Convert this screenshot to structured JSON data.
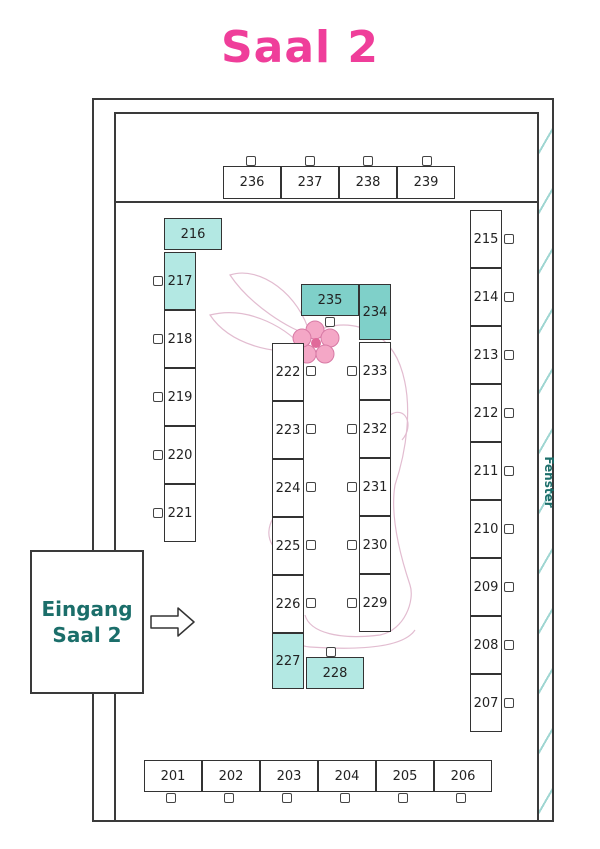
{
  "title": "Saal 2",
  "window_label": "Fenster",
  "entrance": {
    "line1": "Eingang",
    "line2": "Saal 2"
  },
  "colors": {
    "title": "#ef3e9a",
    "highlight": "#b3e8e3",
    "highlight_dark": "#7fd0c9",
    "label_teal": "#1b6e6a"
  },
  "booths": {
    "b201": "201",
    "b202": "202",
    "b203": "203",
    "b204": "204",
    "b205": "205",
    "b206": "206",
    "b207": "207",
    "b208": "208",
    "b209": "209",
    "b210": "210",
    "b211": "211",
    "b212": "212",
    "b213": "213",
    "b214": "214",
    "b215": "215",
    "b216": "216",
    "b217": "217",
    "b218": "218",
    "b219": "219",
    "b220": "220",
    "b221": "221",
    "b222": "222",
    "b223": "223",
    "b224": "224",
    "b225": "225",
    "b226": "226",
    "b227": "227",
    "b228": "228",
    "b229": "229",
    "b230": "230",
    "b231": "231",
    "b232": "232",
    "b233": "233",
    "b234": "234",
    "b235": "235",
    "b236": "236",
    "b237": "237",
    "b238": "238",
    "b239": "239"
  }
}
